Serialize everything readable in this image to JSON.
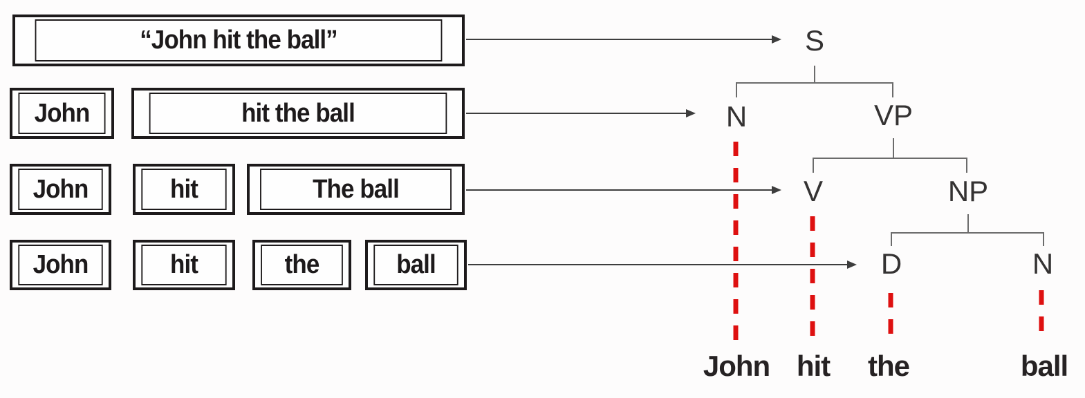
{
  "diagram": {
    "description": "Progressive decomposition of a sentence aligned to its syntactic parse tree",
    "rows": [
      {
        "boxes": [
          "“John hit the ball”"
        ],
        "points_to": "S"
      },
      {
        "boxes": [
          "John",
          "hit the ball"
        ],
        "points_to": "N1"
      },
      {
        "boxes": [
          "John",
          "hit",
          "The ball"
        ],
        "points_to": "V"
      },
      {
        "boxes": [
          "John",
          "hit",
          "the",
          "ball"
        ],
        "points_to": "D"
      }
    ],
    "tree": {
      "nodes": {
        "S": {
          "label": "S"
        },
        "N1": {
          "label": "N"
        },
        "VP": {
          "label": "VP"
        },
        "V": {
          "label": "V"
        },
        "NP": {
          "label": "NP"
        },
        "D": {
          "label": "D"
        },
        "N2": {
          "label": "N"
        }
      },
      "edges": [
        [
          "S",
          "N1"
        ],
        [
          "S",
          "VP"
        ],
        [
          "VP",
          "V"
        ],
        [
          "VP",
          "NP"
        ],
        [
          "NP",
          "D"
        ],
        [
          "NP",
          "N2"
        ]
      ],
      "leaves": [
        {
          "node": "N1",
          "word": "John"
        },
        {
          "node": "V",
          "word": "hit"
        },
        {
          "node": "D",
          "word": "the"
        },
        {
          "node": "N2",
          "word": "ball"
        }
      ]
    },
    "colors": {
      "background": "#fdfcfc",
      "box_border": "#1d1a1b",
      "box_text": "#1d1a1b",
      "arrow": "#3d3d3d",
      "tree_line": "#6b6b6b",
      "tree_text": "#343232",
      "leaf_link_red": "#de1010",
      "word_text": "#262223"
    }
  }
}
